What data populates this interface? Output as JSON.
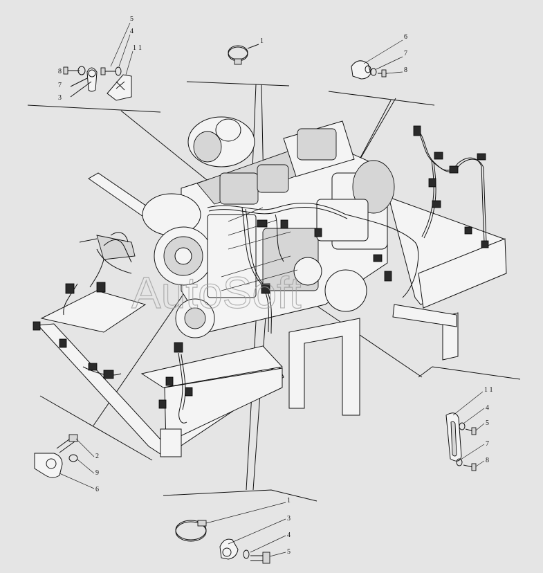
{
  "watermark": "AutoSoft",
  "callouts": {
    "upper_left": [
      "5",
      "4",
      "1",
      "8",
      "7",
      "3"
    ],
    "upper_left_bracket": "1",
    "top_clamp": "1",
    "upper_right": [
      "6",
      "7",
      "8"
    ],
    "right": [
      "1 1",
      "4",
      "5",
      "7",
      "8"
    ],
    "lower_left": [
      "2",
      "9",
      "6"
    ],
    "bottom": [
      "1",
      "3",
      "4",
      "5"
    ]
  },
  "colors": {
    "background": "#e5e5e5",
    "line": "#111111",
    "watermark": "#9a9a9a"
  }
}
